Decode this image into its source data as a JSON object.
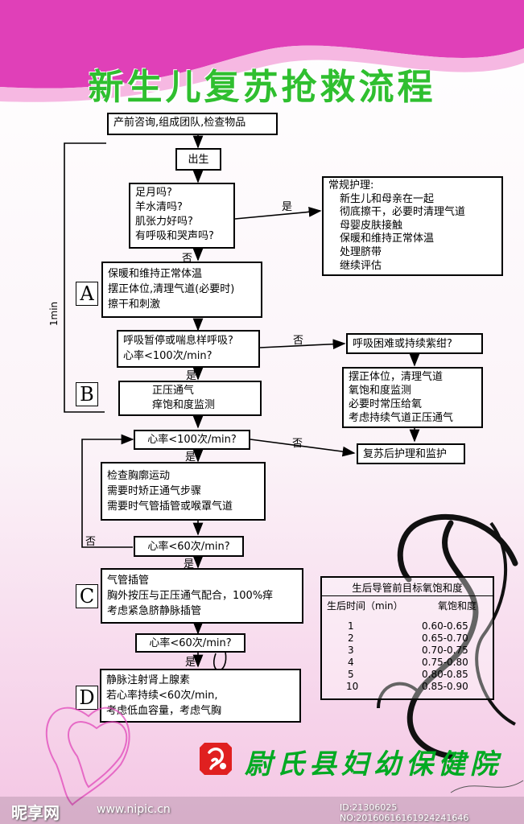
{
  "title": "新生儿复苏抢救流程",
  "steps": {
    "prenatal": "产前咨询,组成团队,检查物品",
    "birth": "出生",
    "assess": [
      "足月吗?",
      "羊水清吗?",
      "肌张力好吗?",
      "有呼吸和哭声吗?"
    ],
    "routine_care": [
      "常规护理:",
      "新生儿和母亲在一起",
      "彻底擦干，必要时清理气道",
      "母婴皮肤接触",
      "保暖和维持正常体温",
      "处理脐带",
      "继续评估"
    ],
    "step_a": [
      "保暖和维持正常体温",
      "摆正体位,清理气道(必要时)",
      "擦干和刺激"
    ],
    "apnea_check": [
      "呼吸暂停或喘息样呼吸?",
      "心率<100次/min?"
    ],
    "distress_check": "呼吸困难或持续紫绀?",
    "distress_actions": [
      "摆正体位，清理气道",
      "氧饱和度监测",
      "必要时常压给氧",
      "考虑持续气道正压通气"
    ],
    "step_b": [
      "正压通气",
      "痒饱和度监测"
    ],
    "hr_check_100": "心率<100次/min?",
    "post_care": "复苏后护理和监护",
    "ventilation_fix": [
      "检查胸廓运动",
      "需要时矫正通气步骤",
      "需要时气管插管或喉罩气道"
    ],
    "hr_check_60a": "心率<60次/min?",
    "step_c": [
      "气管插管",
      "胸外按压与正压通气配合，100%痒",
      "考虑紧急脐静脉插管"
    ],
    "hr_check_60b": "心率<60次/min?",
    "step_d": [
      "静脉注射肾上腺素",
      "若心率持续<60次/min,",
      "考虑低血容量，考虑气胸"
    ]
  },
  "labels": {
    "yes": "是",
    "no": "否",
    "one_min": "1min",
    "A": "A",
    "B": "B",
    "C": "C",
    "D": "D"
  },
  "spo2_table": {
    "title": "生后导管前目标氧饱和度",
    "col_time": "生后时间（min）",
    "col_spo2": "氧饱和度",
    "rows": [
      {
        "t": "1",
        "v": "0.60-0.65"
      },
      {
        "t": "2",
        "v": "0.65-0.70"
      },
      {
        "t": "3",
        "v": "0.70-0.75"
      },
      {
        "t": "4",
        "v": "0.75-0.80"
      },
      {
        "t": "5",
        "v": "0.80-0.85"
      },
      {
        "t": "10",
        "v": "0.85-0.90"
      }
    ]
  },
  "footer": {
    "hospital": "尉氏县妇幼保健院"
  },
  "watermark": {
    "site": "昵享网",
    "url": "www.nipic.cn",
    "id": "ID:21306025 NO:20160616161924241646"
  },
  "colors": {
    "title_green": "#2fbf2f",
    "hospital_green": "#00aa22",
    "magenta": "#e040b8",
    "logo_red": "#e02020"
  }
}
